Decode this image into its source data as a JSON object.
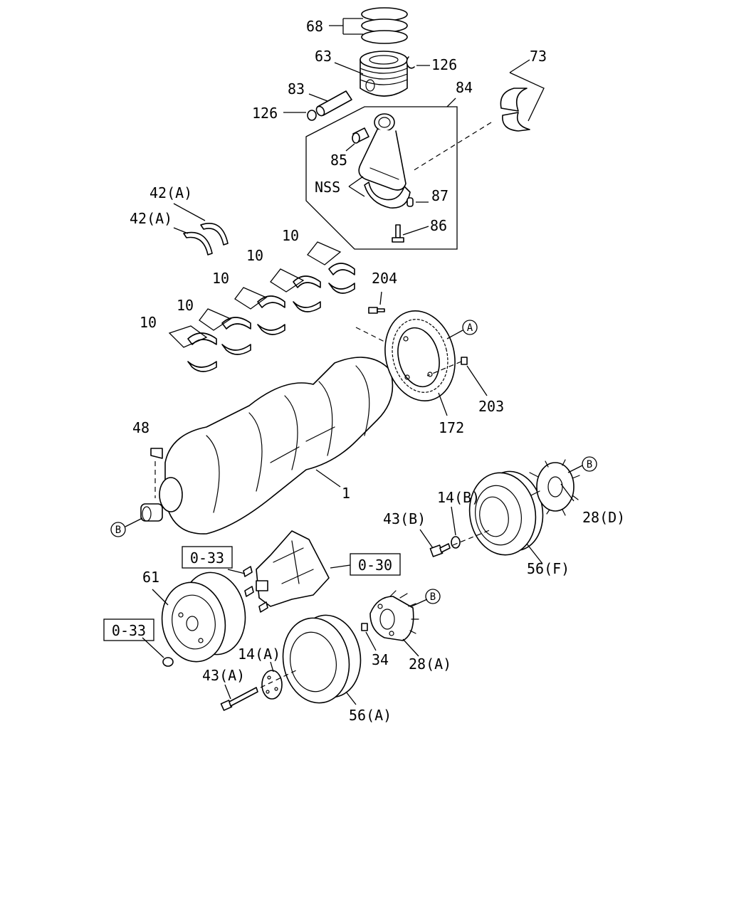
{
  "labels": {
    "l68": "68",
    "l63": "63",
    "l126a": "126",
    "l73": "73",
    "l83": "83",
    "l84": "84",
    "l126b": "126",
    "l85": "85",
    "lnss": "NSS",
    "l87": "87",
    "l86": "86",
    "l42a": "42(A)",
    "l42b": "42(A)",
    "l10a": "10",
    "l10b": "10",
    "l10c": "10",
    "l10d": "10",
    "l10e": "10",
    "l204": "204",
    "l203": "203",
    "l172": "172",
    "l48": "48",
    "l1": "1",
    "l14b": "14(B)",
    "l43b": "43(B)",
    "l28d": "28(D)",
    "l56f": "56(F)",
    "l61": "61",
    "l34": "34",
    "l28a": "28(A)",
    "l14a": "14(A)",
    "l43a": "43(A)",
    "l56a": "56(A)"
  },
  "refs": {
    "boxA": "0-33",
    "boxB": "0-30",
    "boxC": "0-33"
  },
  "markers": {
    "a": "A",
    "b1": "B",
    "b2": "B",
    "b3": "B"
  }
}
